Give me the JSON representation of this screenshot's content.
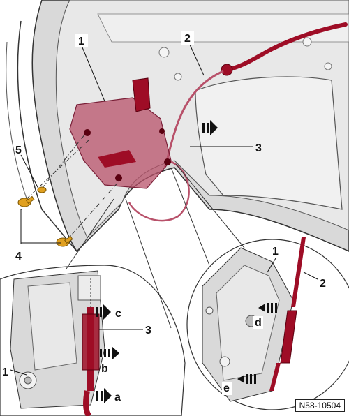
{
  "figure": {
    "reference_code": "N58-10504",
    "callouts": {
      "n1_main": "1",
      "n2_main": "2",
      "n3_main": "3",
      "n4": "4",
      "n5": "5",
      "n1_left": "1",
      "n3_left": "3",
      "a": "a",
      "b": "b",
      "c": "c",
      "n1_right": "1",
      "n2_right": "2",
      "d": "d",
      "e": "e"
    },
    "colors": {
      "cable": "#9e0d26",
      "lock_tint": "#b8516a",
      "fastener": "#e0a020",
      "panel": "#d7d7d7",
      "outline": "#333333"
    }
  }
}
